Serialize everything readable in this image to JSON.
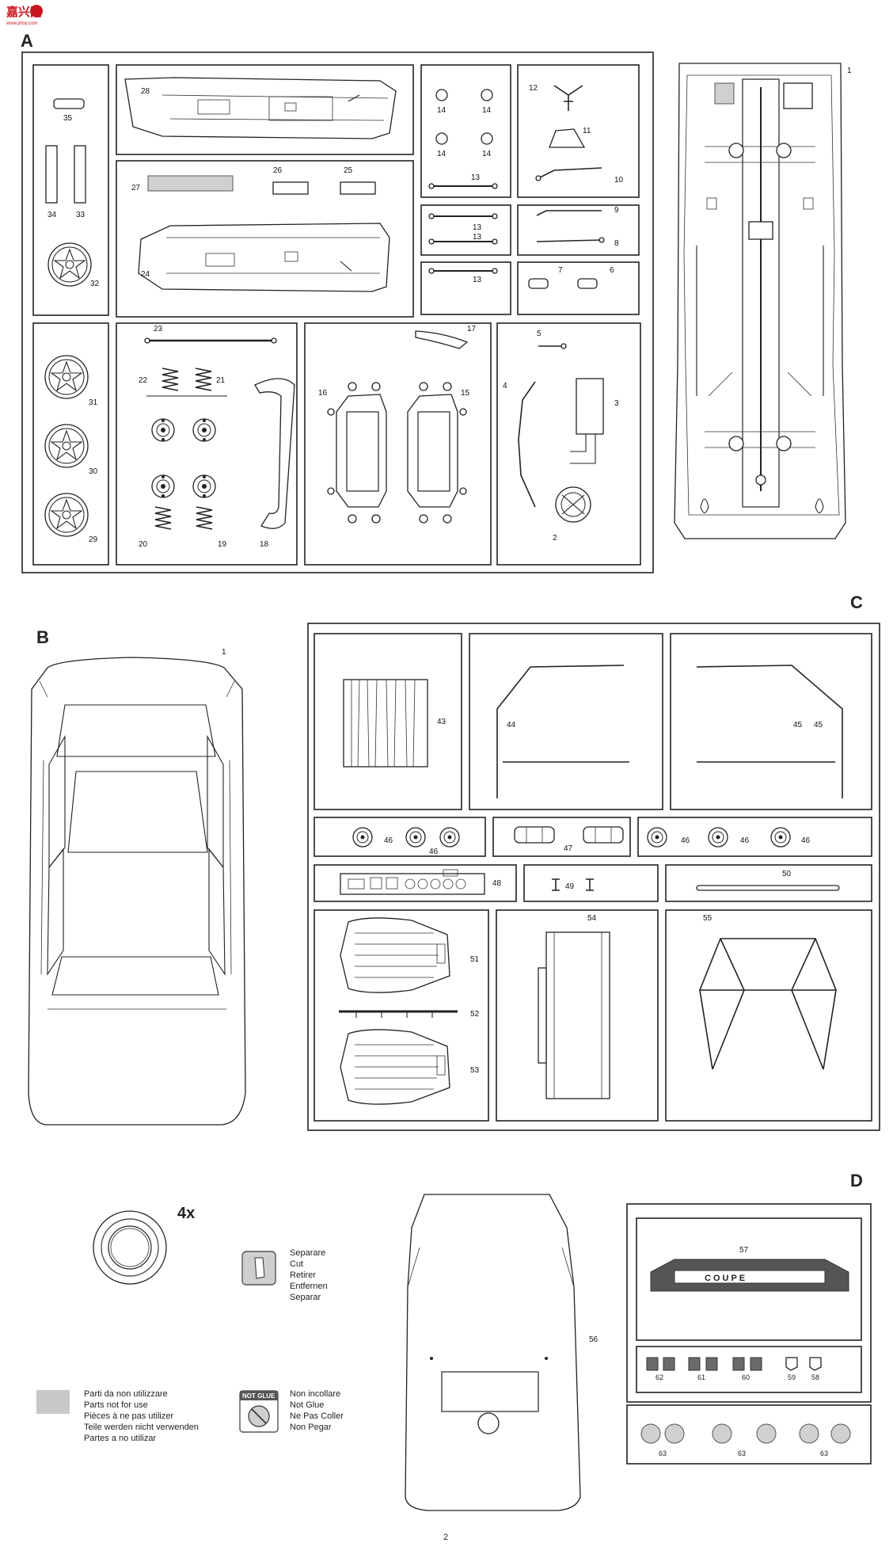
{
  "logo": {
    "text": "嘉兴网",
    "sub": "www.jxtoy.com"
  },
  "page_number": "2",
  "sections": {
    "A": "A",
    "B": "B",
    "C": "C",
    "D": "D"
  },
  "sprue_a_parts": {
    "p1": "1",
    "p2": "2",
    "p3": "3",
    "p4": "4",
    "p5": "5",
    "p6": "6",
    "p7": "7",
    "p8": "8",
    "p9": "9",
    "p10": "10",
    "p11": "11",
    "p12": "12",
    "p13a": "13",
    "p13b": "13",
    "p13c": "13",
    "p13d": "13",
    "p14a": "14",
    "p14b": "14",
    "p14c": "14",
    "p14d": "14",
    "p15": "15",
    "p16": "16",
    "p17": "17",
    "p18": "18",
    "p19": "19",
    "p20": "20",
    "p21": "21",
    "p22": "22",
    "p23": "23",
    "p24": "24",
    "p25": "25",
    "p26": "26",
    "p27": "27",
    "p28": "28",
    "p29": "29",
    "p30": "30",
    "p31": "31",
    "p32": "32",
    "p33": "33",
    "p34": "34",
    "p35": "35"
  },
  "sprue_b_parts": {
    "p1": "1"
  },
  "sprue_c_parts": {
    "p43": "43",
    "p44": "44",
    "p45a": "45",
    "p45b": "45",
    "p46a": "46",
    "p46b": "46",
    "p46c": "46",
    "p46d": "46",
    "p46e": "46",
    "p47": "47",
    "p48": "48",
    "p49": "49",
    "p50": "50",
    "p51": "51",
    "p52": "52",
    "p53": "53",
    "p54": "54",
    "p55": "55"
  },
  "sprue_d_parts": {
    "p56": "56",
    "p57": "57",
    "p58": "58",
    "p59": "59",
    "p60": "60",
    "p61": "61",
    "p62": "62",
    "p63a": "63",
    "p63b": "63",
    "p63c": "63",
    "coupe": "COUPE"
  },
  "tire_count": "4x",
  "legend_cut": [
    "Separare",
    "Cut",
    "Retirer",
    "Entfernen",
    "Separar"
  ],
  "legend_not_used": [
    "Parti da non utilizzare",
    "Parts not for use",
    "Pièces à ne pas utilizer",
    "Teile werden nicht verwenden",
    "Partes a no utilizar"
  ],
  "legend_no_glue_badge": "NOT GLUE",
  "legend_no_glue": [
    "Non incollare",
    "Not Glue",
    "Ne Pas Coller",
    "Non Pegar"
  ]
}
